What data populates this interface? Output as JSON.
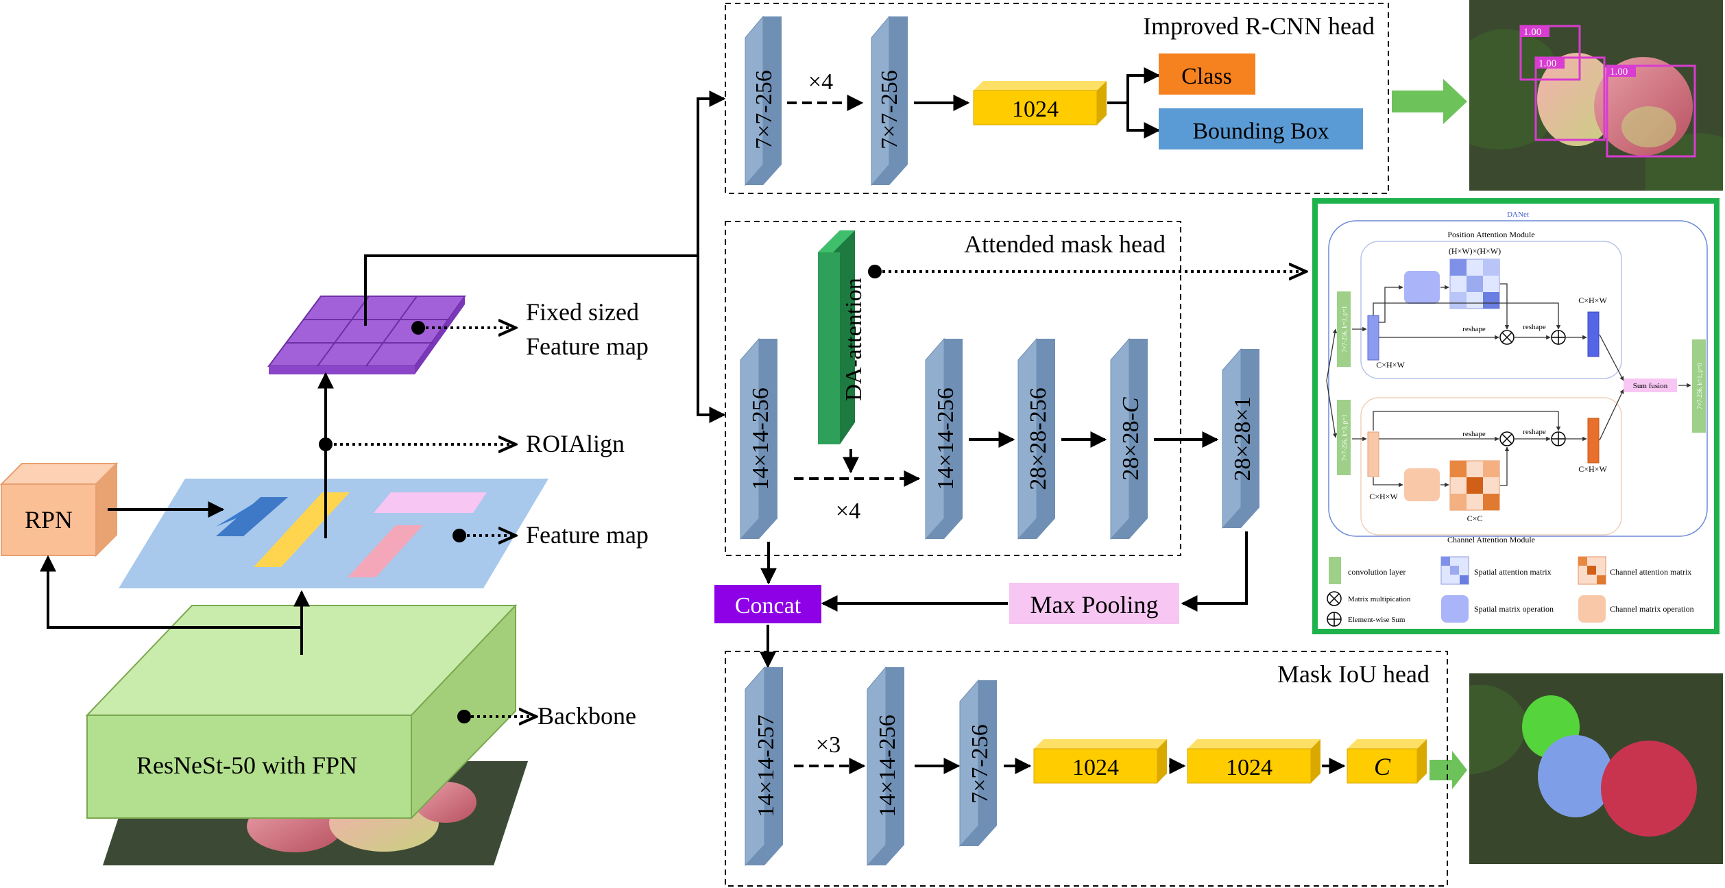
{
  "left": {
    "rpn": "RPN",
    "backbone_block": "ResNeSt-50 with FPN",
    "fixed_map": [
      "Fixed sized",
      "Feature map"
    ],
    "roialign": "ROIAlign",
    "feature_map": "Feature map",
    "backbone": "Backbone"
  },
  "rcnn": {
    "title": "Improved R-CNN head",
    "conv1": "7×7-256",
    "repeat": "×4",
    "conv2": "7×7-256",
    "fc": "1024",
    "class": "Class",
    "bbox": "Bounding Box"
  },
  "mask": {
    "title": "Attended mask head",
    "input": "14×14-256",
    "attention": "DA-attention",
    "repeat": "×4",
    "c1": "14×14-256",
    "c2": "28×28-256",
    "c3": "28×28-",
    "c3_italic": "C",
    "out": "28×28×1",
    "concat": "Concat",
    "maxpool": "Max Pooling"
  },
  "iou": {
    "title": "Mask IoU head",
    "c1": "14×14-257",
    "repeat": "×3",
    "c2": "14×14-256",
    "c3": "7×7-256",
    "fc1": "1024",
    "fc2": "1024",
    "out": "C"
  },
  "danet": {
    "title": "DANet",
    "pam": "Position Attention Module",
    "cam": "Channel Attention Module",
    "hw": "(H×W)×(H×W)",
    "chw": "C×H×W",
    "cc": "C×C",
    "reshape": "reshape",
    "sum_fusion": "Sum fusion",
    "in_label": "7×7-256, k=3, p=1",
    "out_label": "7×7-256, k=1, p=0",
    "legend": {
      "conv": "convolution layer",
      "matmul": "Matrix multipication",
      "sum": "Element-wise Sum",
      "spatial_att": "Spatial attention matrix",
      "spatial_op": "Spatial matrix operation",
      "channel_att": "Channel attention matrix",
      "channel_op": "Channel matrix operation"
    }
  },
  "detections": [
    "1.00",
    "1.00",
    "1.00"
  ],
  "colors": {
    "conv": "#92aece",
    "conv_side": "#6f8fb4",
    "fc": "#ffcc00",
    "class": "#f5811f",
    "bbox": "#5b9bd5",
    "attention": "#2ea05a",
    "concat": "#8e00e6",
    "maxpool": "#f7c6f3",
    "rpn": "#fbbf96",
    "backbone": "#b3e08e",
    "roi": "#a361d9",
    "fmap": "#a8c8ec",
    "danet_border": "#1db24b",
    "det_box": "#d83cd0"
  }
}
